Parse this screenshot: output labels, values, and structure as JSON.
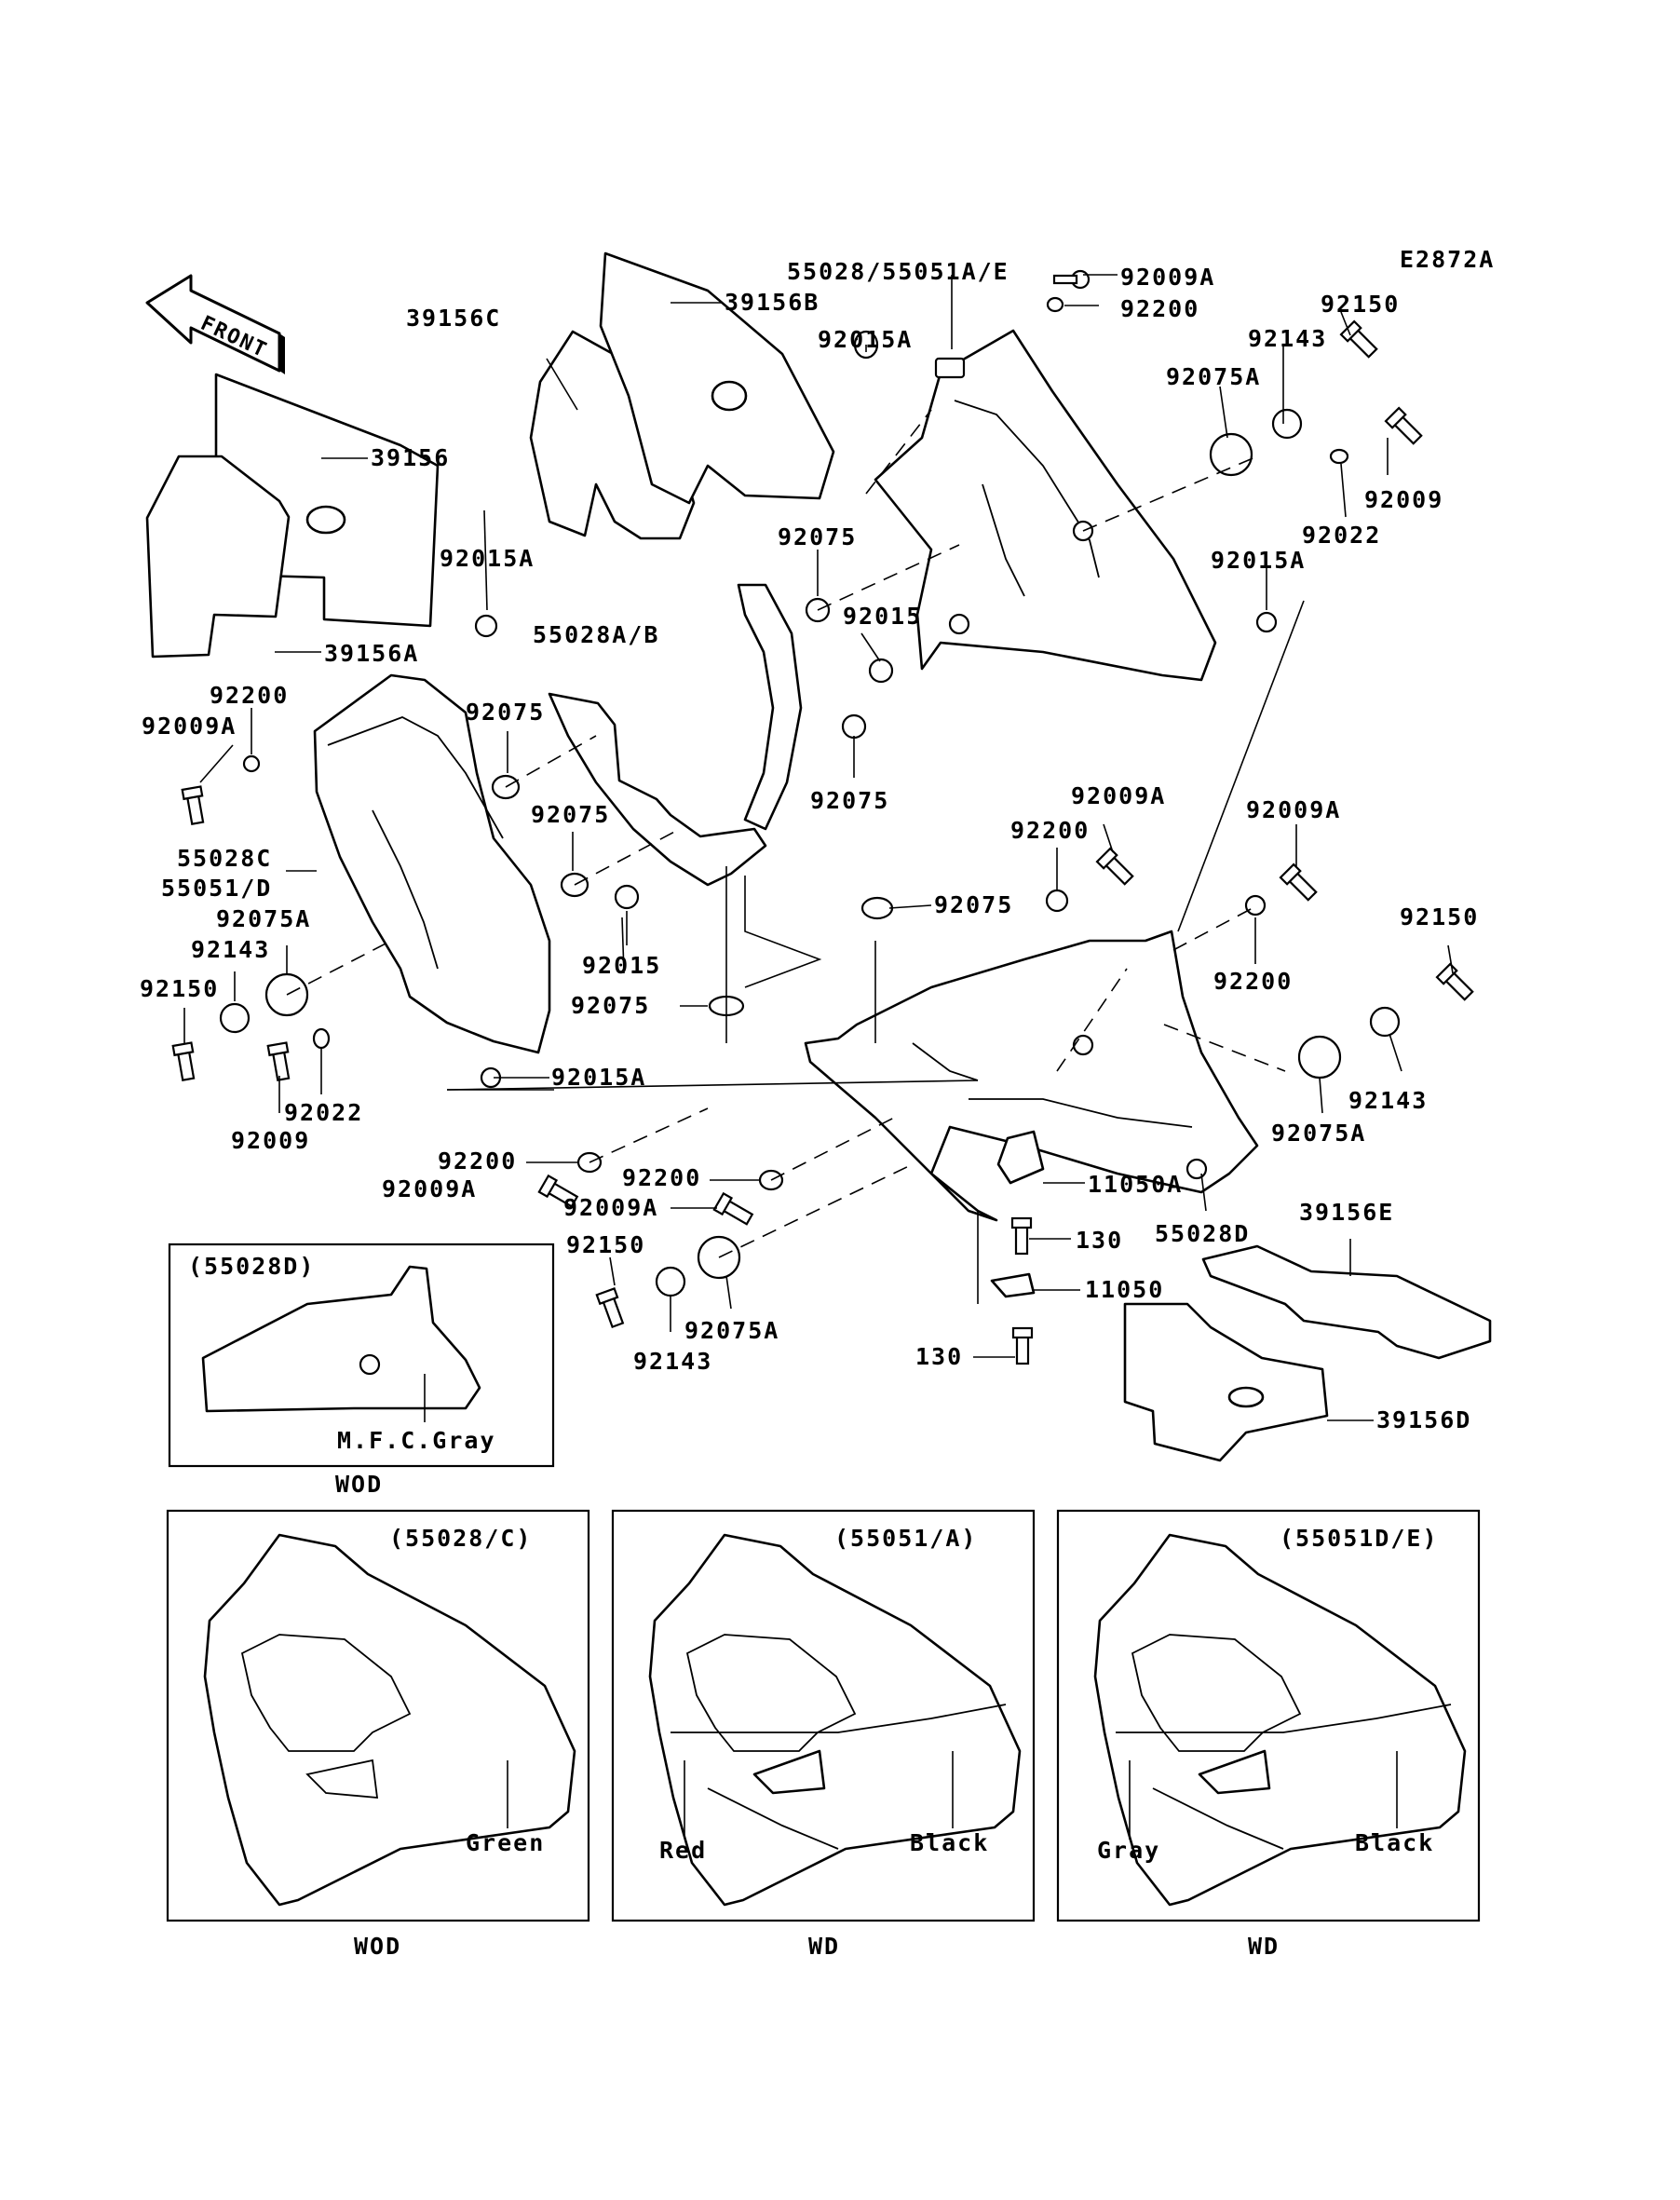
{
  "diagram_code": "E2872A",
  "front_label": "FRONT",
  "callouts": [
    {
      "id": "c1",
      "text": "39156B"
    },
    {
      "id": "c2",
      "text": "39156C"
    },
    {
      "id": "c3",
      "text": "39156"
    },
    {
      "id": "c4",
      "text": "39156A"
    },
    {
      "id": "c5",
      "text": "55028/55051A/E"
    },
    {
      "id": "c6",
      "text": "92009A"
    },
    {
      "id": "c7",
      "text": "92200"
    },
    {
      "id": "c8",
      "text": "92015A"
    },
    {
      "id": "c9",
      "text": "92150"
    },
    {
      "id": "c10",
      "text": "92143"
    },
    {
      "id": "c11",
      "text": "92075A"
    },
    {
      "id": "c12",
      "text": "92009"
    },
    {
      "id": "c13",
      "text": "92022"
    },
    {
      "id": "c14",
      "text": "92075"
    },
    {
      "id": "c15",
      "text": "92015"
    },
    {
      "id": "c16",
      "text": "92015A"
    },
    {
      "id": "c17",
      "text": "92015A"
    },
    {
      "id": "c18",
      "text": "55028A/B"
    },
    {
      "id": "c19",
      "text": "92200"
    },
    {
      "id": "c20",
      "text": "92009A"
    },
    {
      "id": "c21",
      "text": "92075"
    },
    {
      "id": "c22",
      "text": "92075"
    },
    {
      "id": "c23",
      "text": "92075"
    },
    {
      "id": "c24",
      "text": "55028C"
    },
    {
      "id": "c25",
      "text": "55051/D"
    },
    {
      "id": "c26",
      "text": "92075A"
    },
    {
      "id": "c27",
      "text": "92143"
    },
    {
      "id": "c28",
      "text": "92150"
    },
    {
      "id": "c29",
      "text": "92009"
    },
    {
      "id": "c30",
      "text": "92022"
    },
    {
      "id": "c31",
      "text": "92015"
    },
    {
      "id": "c32",
      "text": "92075"
    },
    {
      "id": "c33",
      "text": "92015A"
    },
    {
      "id": "c34",
      "text": "92009A"
    },
    {
      "id": "c35",
      "text": "92200"
    },
    {
      "id": "c36",
      "text": "92075"
    },
    {
      "id": "c37",
      "text": "92009A"
    },
    {
      "id": "c38",
      "text": "92200"
    },
    {
      "id": "c39",
      "text": "92150"
    },
    {
      "id": "c40",
      "text": "92143"
    },
    {
      "id": "c41",
      "text": "92075A"
    },
    {
      "id": "c42",
      "text": "92200"
    },
    {
      "id": "c43",
      "text": "92009A"
    },
    {
      "id": "c44",
      "text": "92200"
    },
    {
      "id": "c45",
      "text": "92009A"
    },
    {
      "id": "c46",
      "text": "11050A"
    },
    {
      "id": "c47",
      "text": "130"
    },
    {
      "id": "c48",
      "text": "55028D"
    },
    {
      "id": "c49",
      "text": "39156E"
    },
    {
      "id": "c50",
      "text": "11050"
    },
    {
      "id": "c51",
      "text": "130"
    },
    {
      "id": "c52",
      "text": "39156D"
    },
    {
      "id": "c53",
      "text": "92150"
    },
    {
      "id": "c54",
      "text": "92143"
    },
    {
      "id": "c55",
      "text": "92075A"
    }
  ],
  "insets": [
    {
      "id": "i1",
      "title": "(55028D)",
      "note": "M.F.C.Gray",
      "caption": "WOD"
    },
    {
      "id": "i2",
      "title": "(55028/C)",
      "note": "Green",
      "caption": "WOD"
    },
    {
      "id": "i3",
      "title": "(55051/A)",
      "note_left": "Red",
      "note_right": "Black",
      "caption": "WD"
    },
    {
      "id": "i4",
      "title": "(55051D/E)",
      "note_left": "Gray",
      "note_right": "Black",
      "caption": "WD"
    }
  ]
}
